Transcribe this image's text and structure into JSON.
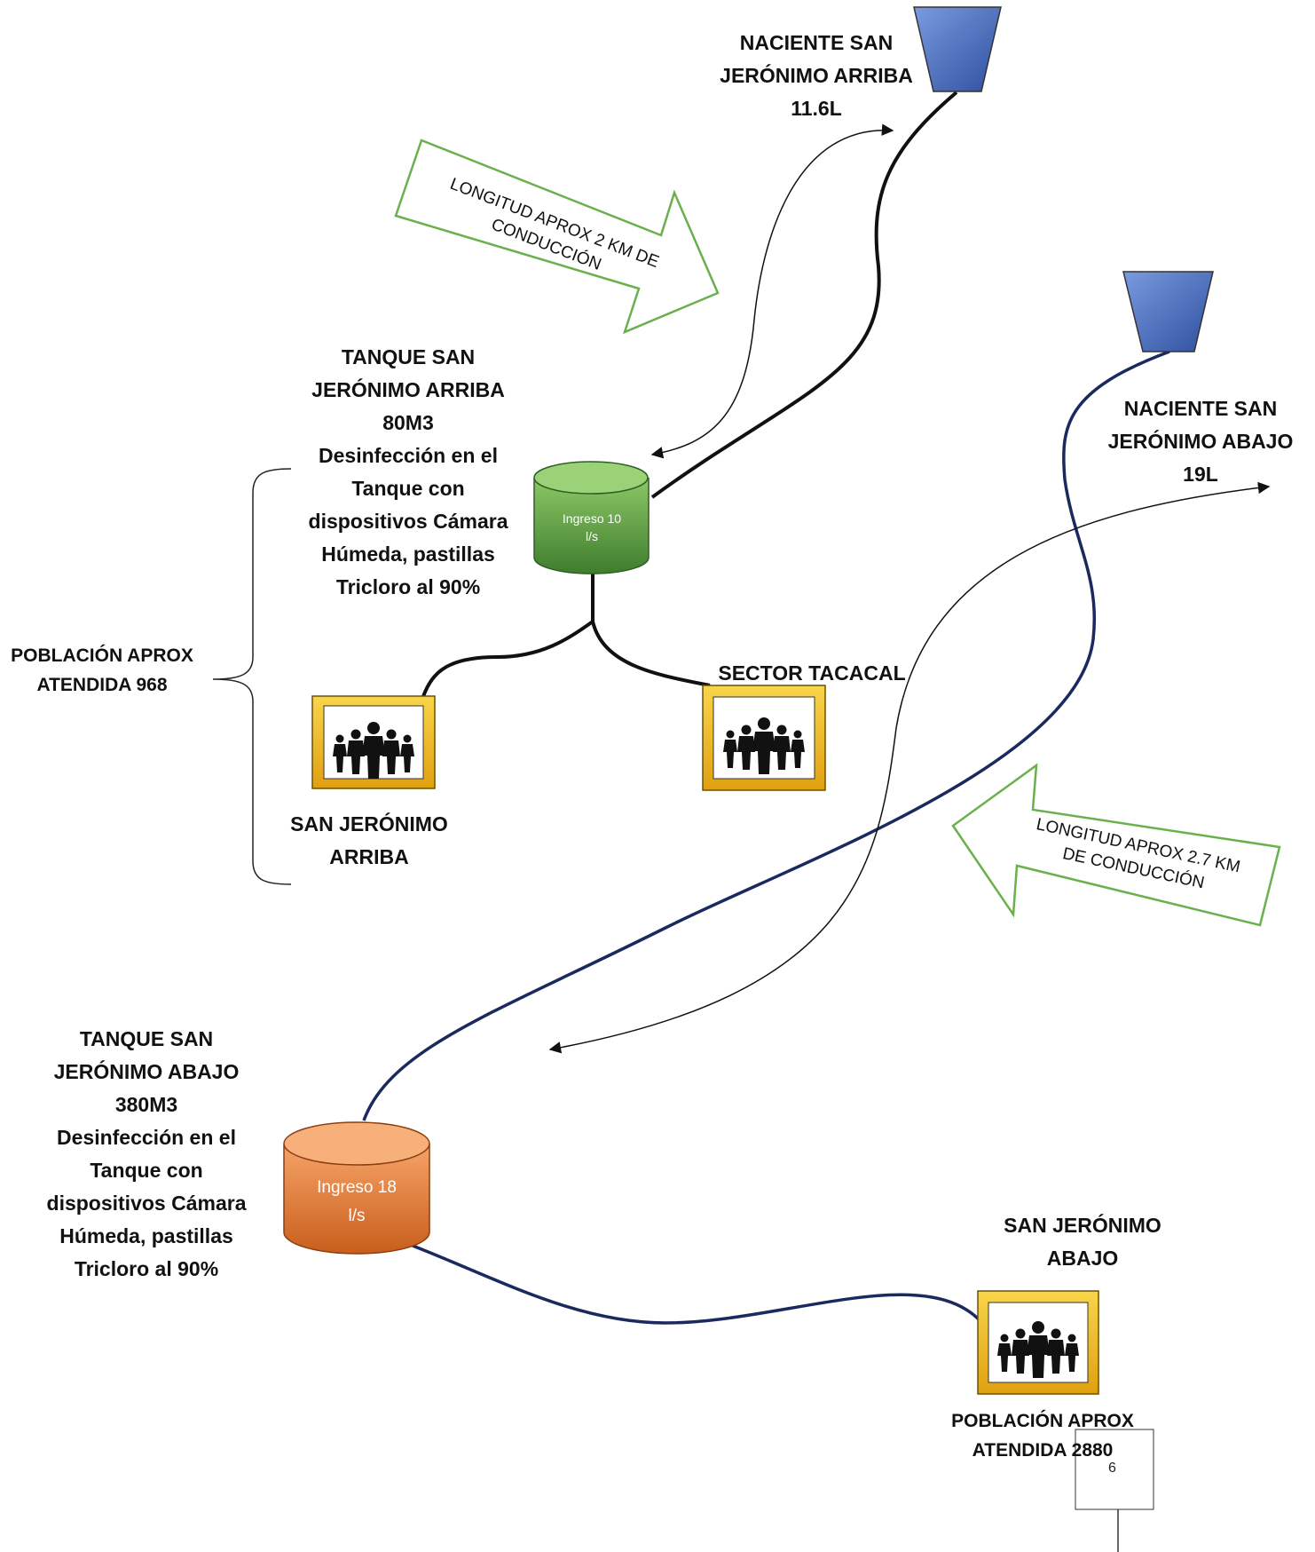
{
  "sources": {
    "arriba": {
      "lines": [
        "NACIENTE SAN",
        "JERÓNIMO ARRIBA",
        "11.6L"
      ]
    },
    "abajo": {
      "lines": [
        "NACIENTE SAN",
        "JERÓNIMO ABAJO",
        "19L"
      ]
    }
  },
  "tanks": {
    "arriba": {
      "lines": [
        "TANQUE SAN",
        "JERÓNIMO ARRIBA",
        "80M3",
        "Desinfección en el",
        "Tanque con",
        "dispositivos Cámara",
        "Húmeda, pastillas",
        "Tricloro al 90%"
      ],
      "inflow_lines": [
        "Ingreso  10",
        "l/s"
      ]
    },
    "abajo": {
      "lines": [
        "TANQUE SAN",
        "JERÓNIMO ABAJO",
        "380M3",
        "Desinfección en el",
        "Tanque con",
        "dispositivos Cámara",
        "Húmeda, pastillas",
        "Tricloro al 90%"
      ],
      "inflow_lines": [
        "Ingreso 18",
        "l/s"
      ]
    }
  },
  "arrows": {
    "arriba": [
      "LONGITUD APROX 2 KM DE",
      "CONDUCCIÓN"
    ],
    "abajo": [
      "LONGITUD APROX 2.7 KM",
      "DE CONDUCCIÓN"
    ]
  },
  "communities": {
    "arriba": [
      "SAN JERÓNIMO",
      "ARRIBA"
    ],
    "tacacal": [
      "SECTOR TACACAL"
    ],
    "abajo": [
      "SAN JERÓNIMO",
      "ABAJO"
    ]
  },
  "population": {
    "arriba": [
      "POBLACIÓN APROX",
      "ATENDIDA 968"
    ],
    "abajo": [
      "POBLACIÓN APROX",
      "ATENDIDA 2880"
    ]
  },
  "page_number": "6",
  "colors": {
    "source_fill": "#4f74c6",
    "tank_green": "#5fa04a",
    "tank_orange": "#e8823a",
    "pipe_arriba": "#111111",
    "pipe_abajo": "#1a2a5e",
    "arrow_outline": "#6ab04c",
    "community_frame": "#f2b818"
  },
  "icons": [
    "water-source-icon",
    "tank-icon",
    "people-icon",
    "block-arrow-icon",
    "brace-icon"
  ]
}
